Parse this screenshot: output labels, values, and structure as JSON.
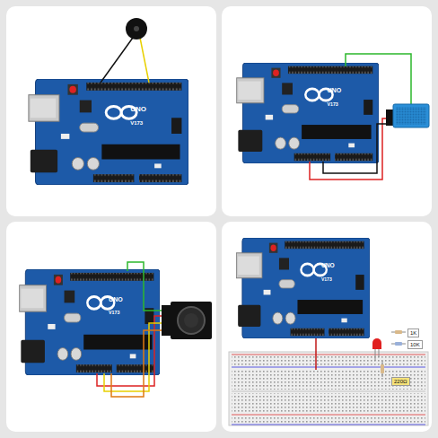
{
  "diagram": {
    "labels": [
      "UNO",
      "V173",
      "UNO",
      "V173",
      "UNO",
      "V173",
      "UNO",
      "V173",
      "1K",
      "10K",
      "220Ω"
    ]
  }
}
